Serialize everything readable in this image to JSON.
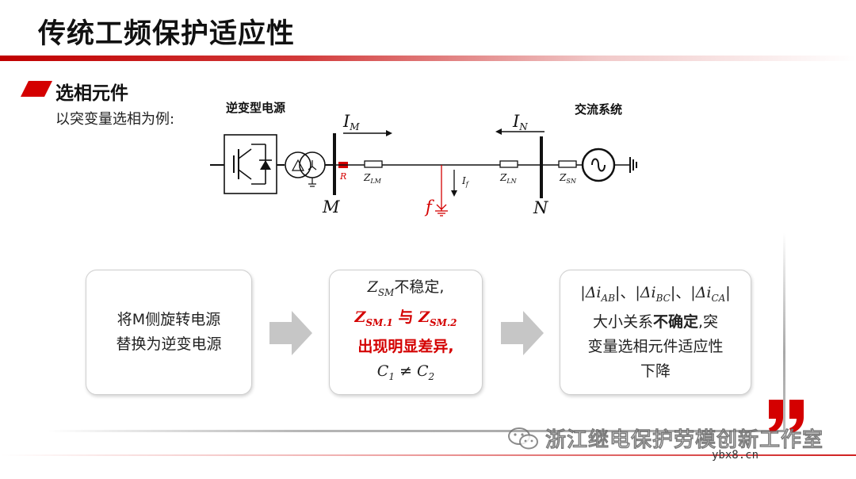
{
  "header": {
    "title": "传统工频保护适应性"
  },
  "section": {
    "title": "选相元件",
    "subtitle": "以突变量选相为例:"
  },
  "diagram": {
    "source_label": "逆变型电源",
    "system_label": "交流系统",
    "current_m": "I",
    "current_m_sub": "M",
    "current_n": "I",
    "current_n_sub": "N",
    "bus_m": "M",
    "bus_n": "N",
    "relay_label": "R",
    "z_lm": "Z",
    "z_lm_sub": "LM",
    "z_ln": "Z",
    "z_ln_sub": "LN",
    "z_sn": "Z",
    "z_sn_sub": "SN",
    "fault_current": "I",
    "fault_current_sub": "f",
    "fault_label": "f",
    "accent_red": "#d40000"
  },
  "boxes": {
    "box1": {
      "line1": "将M侧旋转电源",
      "line2": "替换为逆变电源"
    },
    "box2": {
      "z_sm": "Z",
      "z_sm_sub": "SM",
      "z_sm_suffix": "不稳定,",
      "z1": "Z",
      "z1_sub": "SM.1",
      "mid": "与",
      "z2": "Z",
      "z2_sub": "SM.2",
      "line3": "出现明显差异,",
      "c1": "C",
      "c1_sub": "1",
      "neq": "≠",
      "c2": "C",
      "c2_sub": "2"
    },
    "box3": {
      "d1": "|Δi",
      "d1_sub": "AB",
      "sep1": "|、",
      "d2": "|Δi",
      "d2_sub": "BC",
      "sep2": "|、",
      "d3": "|Δi",
      "d3_sub": "CA",
      "end3": "|",
      "line2_a": "大小关系",
      "line2_b": "不确定",
      "line2_c": ",突",
      "line3": "变量选相元件适应性",
      "line4": "下降"
    }
  },
  "watermark": {
    "text": "浙江继电保护劳模创新工作室",
    "icon": "wechat-icon"
  },
  "site": {
    "text": "ybx8.cn"
  }
}
